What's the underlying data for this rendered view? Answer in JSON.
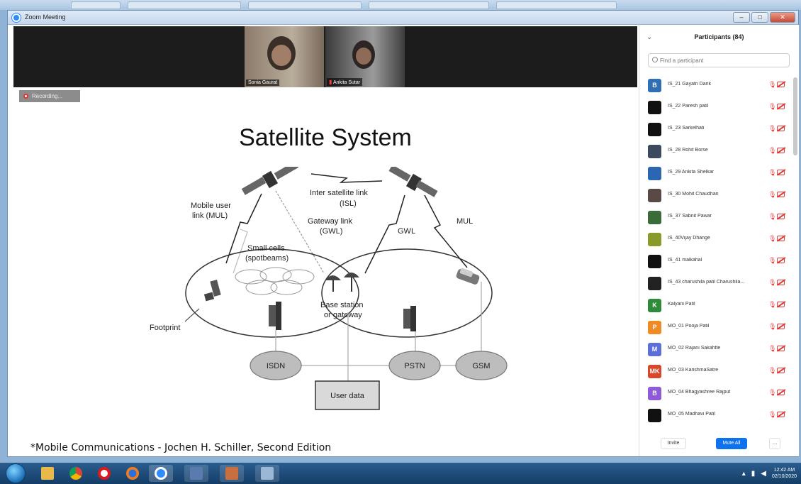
{
  "window": {
    "title": "Zoom Meeting"
  },
  "videos": [
    {
      "name": "Sonia Gaurat"
    },
    {
      "name": "Ankita Sutar"
    }
  ],
  "share": {
    "recording_label": "Recording...",
    "slide_title": "Satellite System",
    "citation": "*Mobile Communications - Jochen H. Schiller, Second Edition",
    "diagram": {
      "isl": "Inter satellite link",
      "isl2": "(ISL)",
      "mul1": "Mobile user",
      "mul2": "link (MUL)",
      "gwl1": "Gateway link",
      "gwl2": "(GWL)",
      "gwl_right": "GWL",
      "mul_right": "MUL",
      "small1": "Small cells",
      "small2": "(spotbeams)",
      "base1": "Base station",
      "base2": "or gateway",
      "footprint": "Footprint",
      "isdn": "ISDN",
      "pstn": "PSTN",
      "gsm": "GSM",
      "user_data": "User data"
    }
  },
  "participants": {
    "title": "Participants (84)",
    "search_placeholder": "Find a participant",
    "items": [
      {
        "initials": "B",
        "color": "#2f6fb5",
        "name": "IS_21 Gayatri Darik"
      },
      {
        "initials": "",
        "color": "#111111",
        "name": "IS_22 Paresh patil"
      },
      {
        "initials": "",
        "color": "#111111",
        "name": "IS_23 Sarkelhati"
      },
      {
        "initials": "",
        "color": "#3b4a5c",
        "name": "IS_28 Rohit Borse"
      },
      {
        "initials": "",
        "color": "#2b66b0",
        "name": "IS_29 Ankita Shelkar"
      },
      {
        "initials": "",
        "color": "#5a4a46",
        "name": "IS_30 Mohit Chaudhari"
      },
      {
        "initials": "",
        "color": "#3c6b3a",
        "name": "IS_37 Sabnit Pawar"
      },
      {
        "initials": "",
        "color": "#8a9a2a",
        "name": "IS_40Vijay Dhange"
      },
      {
        "initials": "",
        "color": "#111111",
        "name": "IS_41 malkahal"
      },
      {
        "initials": "",
        "color": "#222222",
        "name": "IS_43 charushila patil Charushila..."
      },
      {
        "initials": "K",
        "color": "#2e8b3a",
        "name": "Kalyani Patil"
      },
      {
        "initials": "P",
        "color": "#f08a24",
        "name": "MO_01 Pooja Patil"
      },
      {
        "initials": "M",
        "color": "#5d6fd8",
        "name": "MO_02 Rajani Sakahtte"
      },
      {
        "initials": "MK",
        "color": "#d9472b",
        "name": "MO_03 KarishmaSatre"
      },
      {
        "initials": "B",
        "color": "#8e5ad8",
        "name": "MO_04 Bhagyashree Rajput"
      },
      {
        "initials": "",
        "color": "#111111",
        "name": "MO_05 Madhavi Patil"
      }
    ],
    "invite": "Invite",
    "mute_all": "Mute All",
    "more": "..."
  },
  "taskbar": {
    "time": "12:42 AM",
    "date": "02/10/2020"
  }
}
